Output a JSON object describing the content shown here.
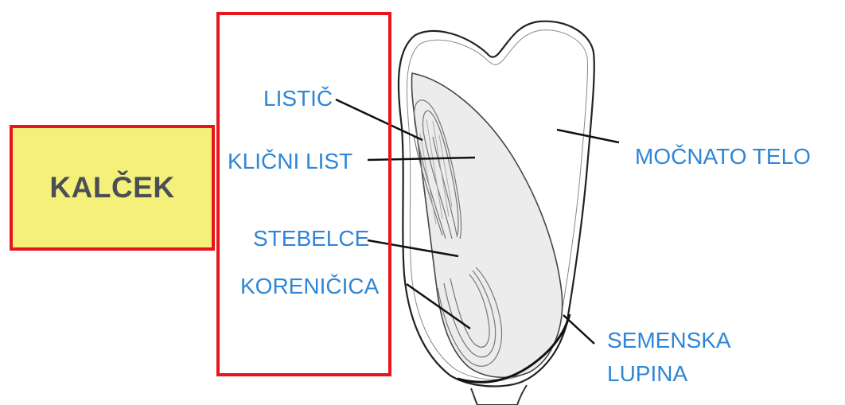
{
  "main_label": "KALČEK",
  "labels": {
    "listic": "LISTIČ",
    "klicni_list": "KLIČNI LIST",
    "stebelce": "STEBELCE",
    "korenicica": "KORENIČICA",
    "mocnato_telo": "MOČNATO TELO",
    "semenska": "SEMENSKA",
    "lupina": "LUPINA"
  },
  "colors": {
    "box_fill": "#f5f07a",
    "box_border": "#e8151b",
    "main_label": "#4a4f57",
    "part_labels": "#2f86d6",
    "drawing_lines": "#222222"
  }
}
